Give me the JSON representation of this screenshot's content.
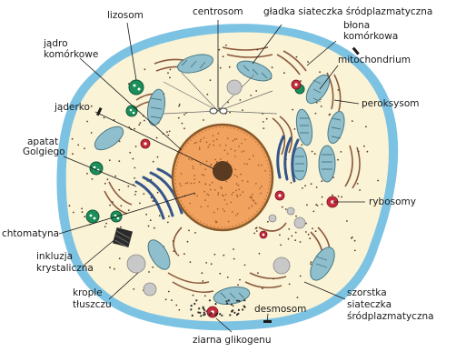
{
  "diagram": {
    "labels": {
      "lizosom": "lizosom",
      "centrosom": "centrosom",
      "gladka": "gładka siateczka śródplazmatyczna",
      "blona_1": "błona",
      "blona_2": "komórkowa",
      "jadro_1": "jądro",
      "jadro_2": "komórkowe",
      "mitochondrium": "mitochondrium",
      "jaderko": "jąderko",
      "peroksysom": "peroksysom",
      "aparat_1": "apatat",
      "aparat_2": "Golgiego",
      "rybosomy": "rybosomy",
      "chromatyna": "chtomatyna",
      "inkluzja_1": "inkluzja",
      "inkluzja_2": "krystaliczna",
      "krople_1": "krople",
      "krople_2": "tłuszczu",
      "szorstka_1": "szorstka",
      "szorstka_2": "siateczka",
      "szorstka_3": "śródplazmatyczna",
      "desmosom": "desmosom",
      "ziarna": "ziarna glikogenu"
    },
    "colors": {
      "membrane": "#7cc3e3",
      "cytoplasm": "#fbf3d6",
      "nucleus": "#f1a25f",
      "nucleus_edge": "#8a5a2a",
      "nucleolus": "#5a3a20",
      "mitochondria": "#8fbfcc",
      "golgi": "#34558a",
      "lysosome": "#1b8e5a",
      "er": "#8b5a3c",
      "fat_droplet": "#c8c8c8",
      "ribosome_red": "#c42b3c"
    }
  }
}
